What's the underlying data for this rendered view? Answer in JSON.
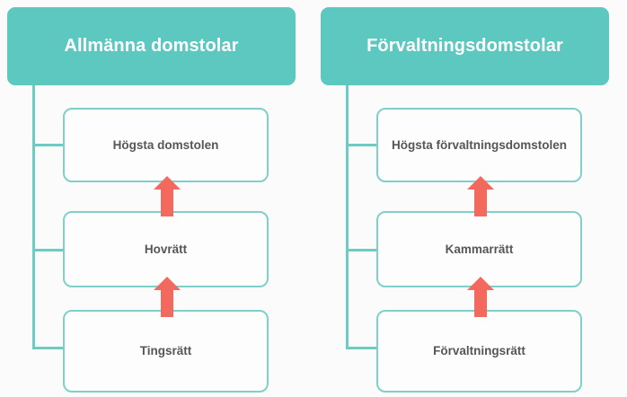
{
  "page": {
    "background_color": "#fbfbfb",
    "accent_teal": "#5cc8bf",
    "border_teal": "#7fd0c9",
    "connector_teal": "#6cccc4",
    "arrow_color": "#f4695e",
    "text_color": "#565656",
    "header_text_color": "#ffffff"
  },
  "columns": [
    {
      "id": "allmanna-domstolar",
      "header": "Allmänna domstolar",
      "nodes": [
        {
          "label": "Högsta domstolen"
        },
        {
          "label": "Hovrätt"
        },
        {
          "label": "Tingsrätt"
        }
      ],
      "arrows": [
        {
          "name": "arrow-tingsratt-to-hovratt",
          "direction": "up"
        },
        {
          "name": "arrow-hovratt-to-hogsta-domstolen",
          "direction": "up"
        }
      ]
    },
    {
      "id": "forvaltningsdomstolar",
      "header": "Förvaltningsdomstolar",
      "nodes": [
        {
          "label": "Högsta förvaltningsdomstolen"
        },
        {
          "label": "Kammarrätt"
        },
        {
          "label": "Förvaltningsrätt"
        }
      ],
      "arrows": [
        {
          "name": "arrow-forvaltningsratt-to-kammarratt",
          "direction": "up"
        },
        {
          "name": "arrow-kammarratt-to-hogsta-forvaltningsdomstolen",
          "direction": "up"
        }
      ]
    }
  ]
}
